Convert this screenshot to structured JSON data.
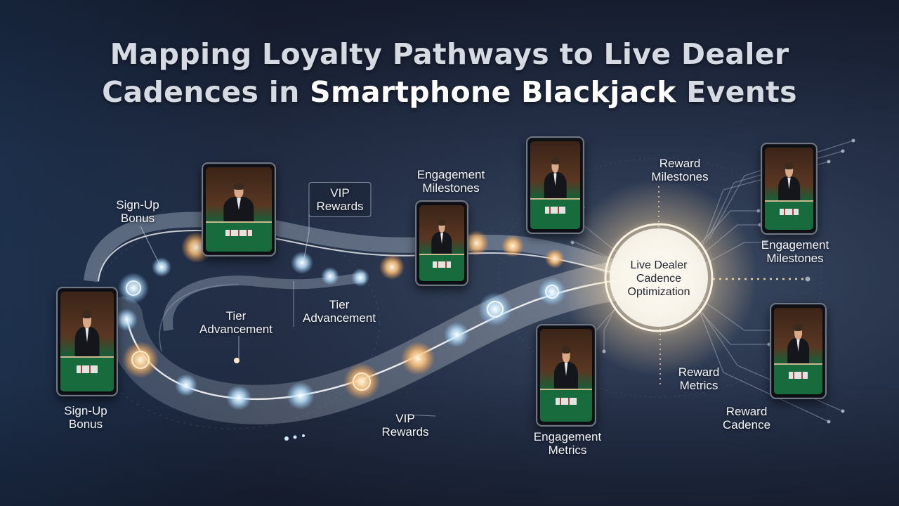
{
  "title": {
    "line1": "Mapping Loyalty Pathways to Live Dealer",
    "line2_prefix": "Cadences in ",
    "line2_highlight": "Smartphone Blackjack",
    "line2_suffix": " Events"
  },
  "hub": {
    "line1": "Live Dealer",
    "line2": "Cadence",
    "line3": "Optimization"
  },
  "labels": {
    "signup_top": [
      "Sign-Up",
      "Bonus"
    ],
    "signup_bottom": [
      "Sign-Up",
      "Bonus"
    ],
    "vip_top": [
      "VIP",
      "Rewards"
    ],
    "vip_bottom": [
      "VIP",
      "Rewards"
    ],
    "engagement_milestones_left": [
      "Engagement",
      "Milestones"
    ],
    "engagement_milestones_right": [
      "Engagement",
      "Milestones"
    ],
    "tier_left": [
      "Tier",
      "Advancement"
    ],
    "tier_mid": [
      "Tier",
      "Advancement"
    ],
    "reward_milestones": [
      "Reward",
      "Milestones"
    ],
    "reward_metrics": [
      "Reward",
      "Metrics"
    ],
    "reward_cadence": [
      "Reward",
      "Cadence"
    ],
    "engagement_metrics": [
      "Engagement",
      "Metrics"
    ]
  },
  "colors": {
    "background": "#1f2a40",
    "path_glow": "#ffe2a8",
    "node_warm": "#ffb766",
    "node_cool": "#9fd6ff",
    "felt": "#176b3c"
  }
}
